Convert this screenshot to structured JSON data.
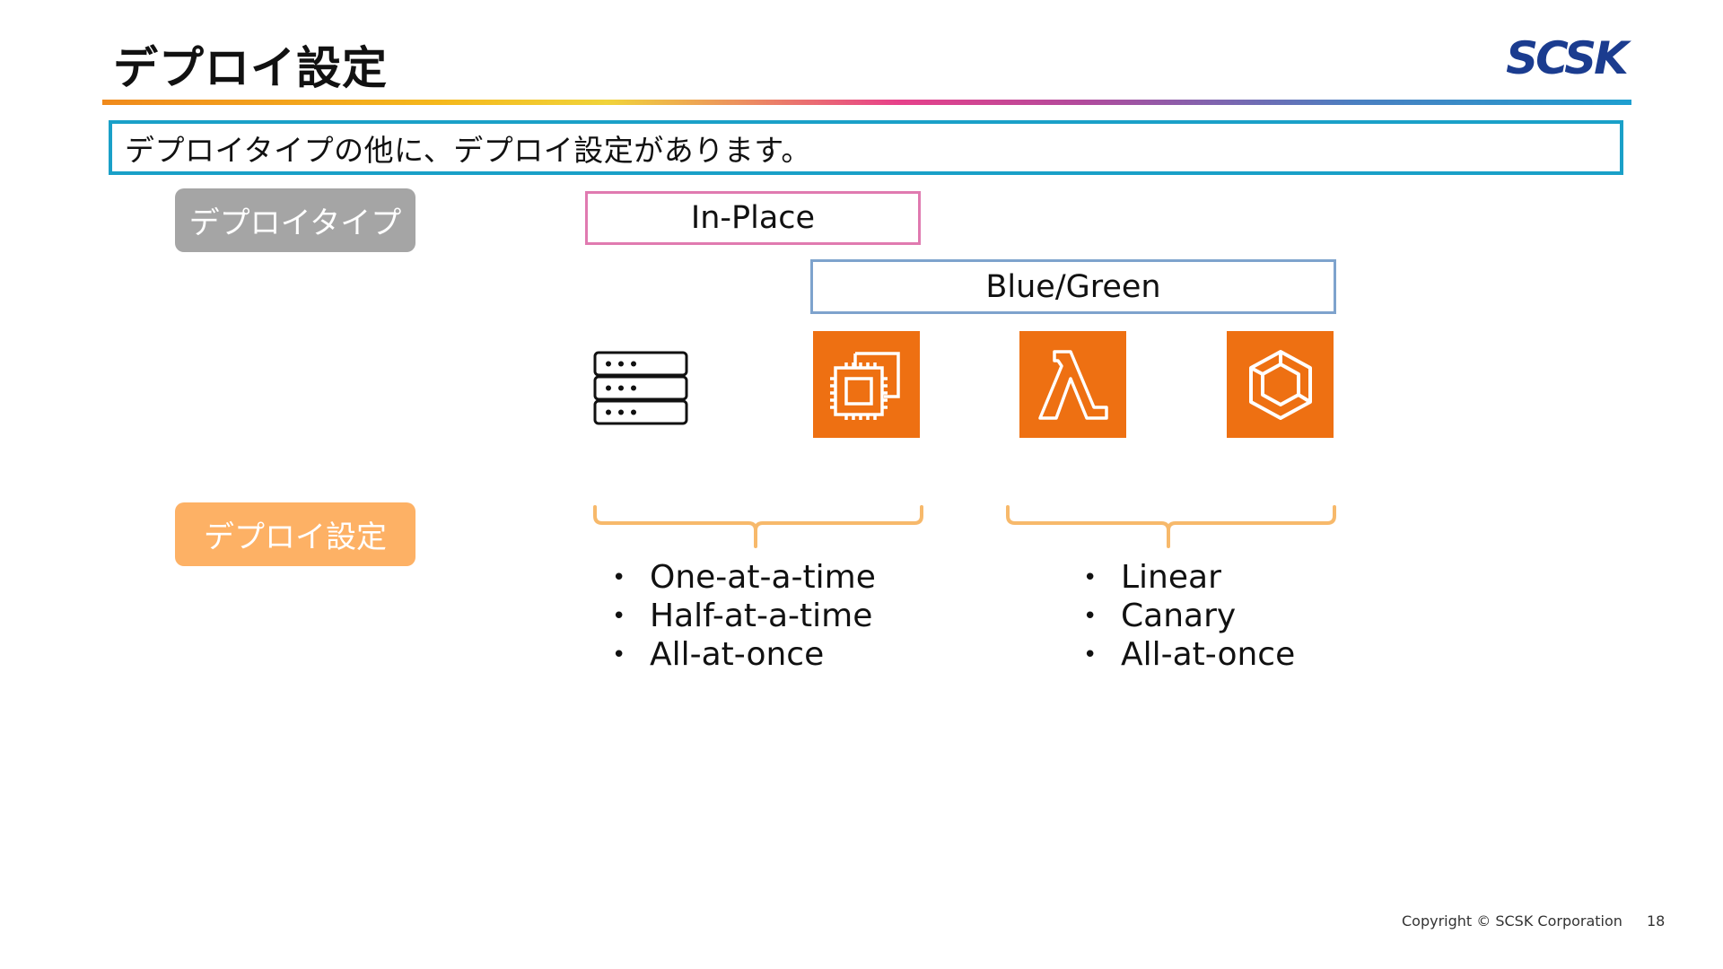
{
  "slide": {
    "title": "デプロイ設定",
    "logo_text": "SCSK",
    "subtitle": "デプロイタイプの他に、デプロイ設定があります。"
  },
  "labels": {
    "deploy_type": "デプロイタイプ",
    "deploy_setting": "デプロイ設定"
  },
  "deploy_types": {
    "in_place": "In-Place",
    "blue_green": "Blue/Green"
  },
  "icons": {
    "server": "server-icon",
    "ec2": "ec2-icon",
    "lambda": "lambda-icon",
    "ecs": "ecs-icon"
  },
  "settings": {
    "left": [
      "One-at-a-time",
      "Half-at-a-time",
      "All-at-once"
    ],
    "right": [
      "Linear",
      "Canary",
      "All-at-once"
    ]
  },
  "bullet_char": "•",
  "colors": {
    "accent_teal": "#1aa0c8",
    "aws_orange": "#ee7012",
    "pill_gray": "#a5a5a5",
    "pill_orange": "#fdb165",
    "inplace_pink": "#e07ab0",
    "bluegreen_blue": "#7ea3cd",
    "logo_navy": "#1b3c8f"
  },
  "footer": {
    "copyright": "Copyright © SCSK Corporation",
    "page": "18"
  }
}
